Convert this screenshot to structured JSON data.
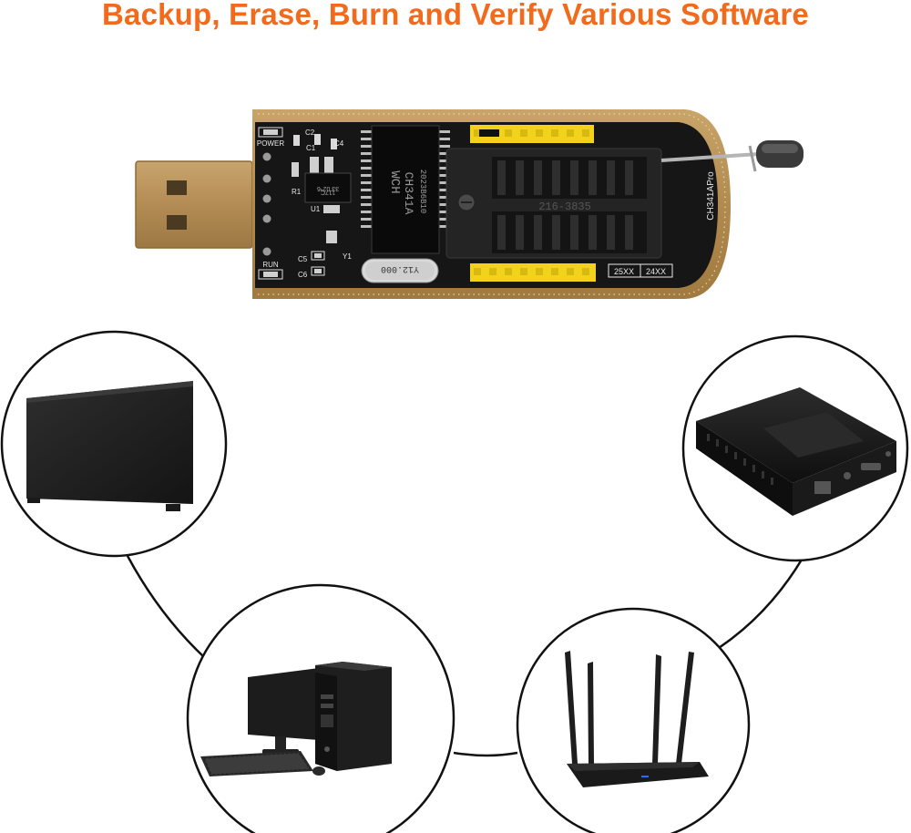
{
  "headline": "Backup, Erase, Burn and Verify Various Software",
  "colors": {
    "headline": "#f26a1b",
    "pcb": "#141414",
    "pcb_edge": "#b08a4e",
    "usb_plug": "#b79259",
    "header_pins": "#f2d21b",
    "socket": "#222222",
    "device_dark": "#1b1b1b",
    "circle_stroke": "#111111"
  },
  "programmer": {
    "labels": {
      "power": "POWER",
      "run": "RUN",
      "c2": "C2",
      "c1": "C1",
      "c4": "C4",
      "r1": "R1",
      "u1": "U1",
      "c5": "C5",
      "c6": "C6",
      "y1": "Y1",
      "regulator": "33 02*6",
      "regulator_code": "117C",
      "chip_brand": "WCH",
      "chip_model": "CH341A",
      "chip_date": "2023B6B10",
      "crystal": "Y12.000",
      "socket_text": "216-3835",
      "board_name": "CH341APro",
      "eeprom_25": "25XX",
      "eeprom_24": "24XX"
    }
  },
  "devices": [
    {
      "name": "Flat screen TV",
      "icon": "tv-icon"
    },
    {
      "name": "Set-top box",
      "icon": "set-top-box-icon"
    },
    {
      "name": "Desktop computer",
      "icon": "desktop-computer-icon"
    },
    {
      "name": "Wireless router",
      "icon": "router-icon"
    }
  ]
}
